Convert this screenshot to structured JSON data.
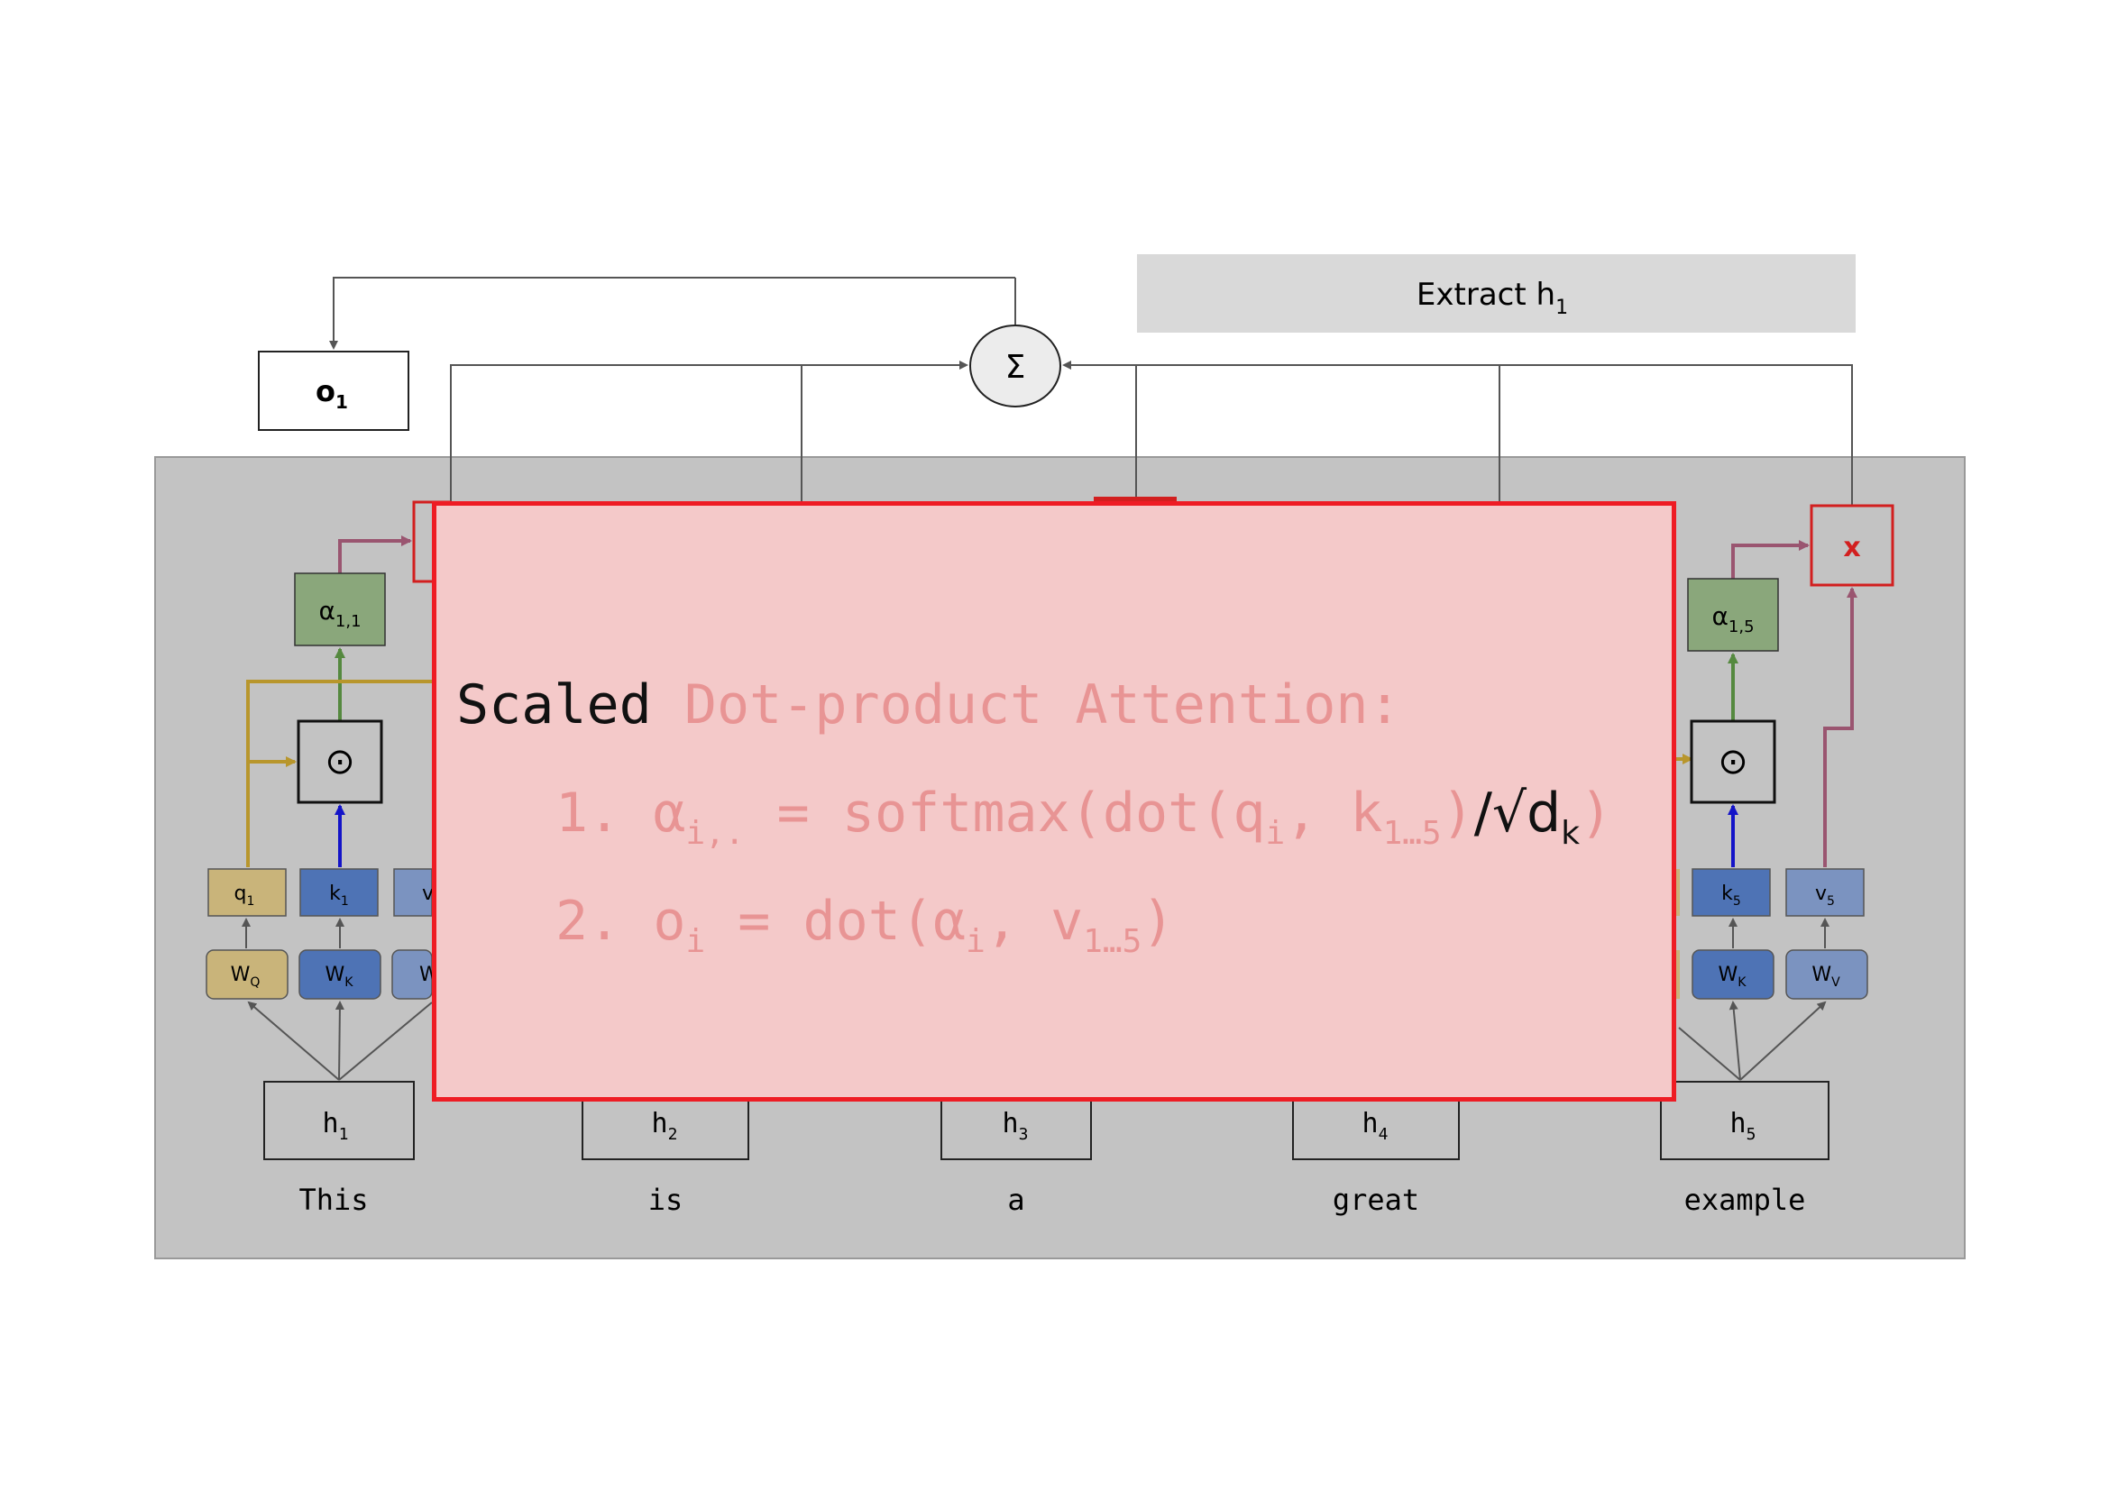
{
  "header": {
    "extract_prefix": "Extract h",
    "extract_sub": "1"
  },
  "output": {
    "label": "o",
    "sub": "1"
  },
  "sum_symbol": "Σ",
  "odot_symbol": "⊙",
  "multiply_symbol": "x",
  "alpha": [
    {
      "base": "α",
      "sub": "1,1"
    },
    {
      "base": "α",
      "sub": "1,5"
    }
  ],
  "left_stack": {
    "q": {
      "base": "q",
      "sub": "1"
    },
    "k": {
      "base": "k",
      "sub": "1"
    },
    "v_partial": "v",
    "wq": {
      "base": "W",
      "sub": "Q"
    },
    "wk": {
      "base": "W",
      "sub": "K"
    },
    "wv_partial": "W"
  },
  "right_stack": {
    "k": {
      "base": "k",
      "sub": "5"
    },
    "v": {
      "base": "v",
      "sub": "5"
    },
    "wk": {
      "base": "W",
      "sub": "K"
    },
    "wv": {
      "base": "W",
      "sub": "V"
    }
  },
  "tokens": [
    {
      "h": "h",
      "sub": "1",
      "word": "This"
    },
    {
      "h": "h",
      "sub": "2",
      "word": "is"
    },
    {
      "h": "h",
      "sub": "3",
      "word": "a"
    },
    {
      "h": "h",
      "sub": "4",
      "word": "great"
    },
    {
      "h": "h",
      "sub": "5",
      "word": "example"
    }
  ],
  "overlay": {
    "title_dark": "Scaled",
    "title_light": "Dot-product Attention:",
    "eq1": {
      "num": "1.",
      "a1": "α",
      "a1_sub": "i,.",
      "a2": " = softmax(dot(q",
      "a2_sub": "i",
      "a3": ", k",
      "a3_sub": "1…5",
      "a4": ")",
      "dark": "/√d",
      "dark_sub": "k",
      "a5": ")"
    },
    "eq2": {
      "num": "2.",
      "b1": "o",
      "b1_sub": "i",
      "b2": " = dot(α",
      "b2_sub": "i",
      "b3": ", v",
      "b3_sub": "1…5",
      "b4": ")"
    }
  },
  "colors": {
    "panel": "#c3c3c3",
    "q": "#c9b47a",
    "k": "#4e73b5",
    "v": "#7b93c0",
    "alpha": "#8aa77b",
    "red": "#d21f1f",
    "overlay_fill": "#f4c9c9",
    "overlay_border": "#ee1c24",
    "query_line": "#b8962c",
    "key_line": "#1414c8",
    "alpha_line": "#55893f",
    "weight_line": "#9a5570"
  }
}
